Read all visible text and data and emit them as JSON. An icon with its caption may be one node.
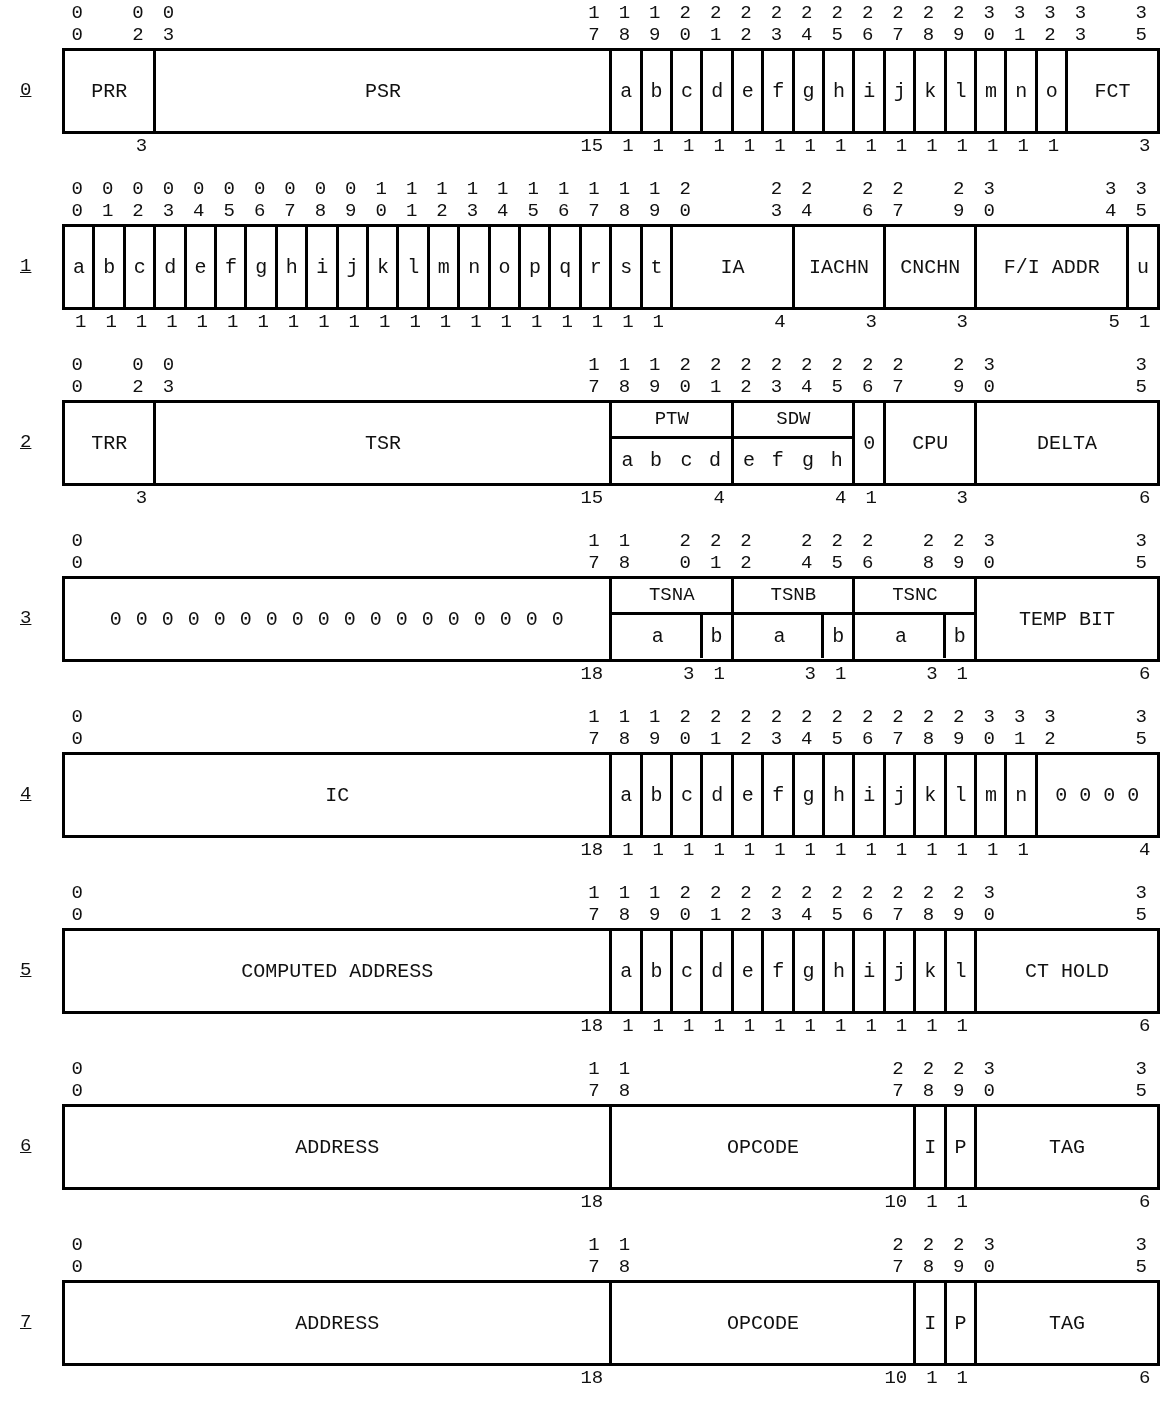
{
  "diagram": {
    "nodes": [
      {
        "text": [
          "PRR"
        ]
      },
      {
        "text": [
          "PSR"
        ]
      },
      {
        "text": [
          "a"
        ]
      },
      {
        "text": [
          "b"
        ]
      },
      {
        "text": [
          "c"
        ]
      },
      {
        "text": [
          "d"
        ]
      },
      {
        "text": [
          "e"
        ]
      },
      {
        "text": [
          "f"
        ]
      },
      {
        "text": [
          "g"
        ]
      },
      {
        "text": [
          "h"
        ]
      },
      {
        "text": [
          "i"
        ]
      },
      {
        "text": [
          "j"
        ]
      },
      {
        "text": [
          "k"
        ]
      },
      {
        "text": [
          "l"
        ]
      },
      {
        "text": [
          "m"
        ]
      },
      {
        "text": [
          "n"
        ]
      },
      {
        "text": [
          "o"
        ]
      },
      {
        "text": [
          "FCT"
        ]
      },
      {
        "text": [
          "a"
        ]
      },
      {
        "text": [
          "b"
        ]
      },
      {
        "text": [
          "c"
        ]
      },
      {
        "text": [
          "d"
        ]
      },
      {
        "text": [
          "e"
        ]
      },
      {
        "text": [
          "f"
        ]
      },
      {
        "text": [
          "g"
        ]
      },
      {
        "text": [
          "h"
        ]
      },
      {
        "text": [
          "i"
        ]
      },
      {
        "text": [
          "j"
        ]
      },
      {
        "text": [
          "k"
        ]
      },
      {
        "text": [
          "l"
        ]
      },
      {
        "text": [
          "m"
        ]
      },
      {
        "text": [
          "n"
        ]
      },
      {
        "text": [
          "o"
        ]
      },
      {
        "text": [
          "p"
        ]
      },
      {
        "text": [
          "q"
        ]
      },
      {
        "text": [
          "r"
        ]
      },
      {
        "text": [
          "s"
        ]
      },
      {
        "text": [
          "t"
        ]
      },
      {
        "text": [
          "IA"
        ]
      },
      {
        "text": [
          "IACHN"
        ]
      },
      {
        "text": [
          "CNCHN"
        ]
      },
      {
        "text": [
          "F/I ADDR"
        ]
      },
      {
        "text": [
          "u"
        ]
      },
      {
        "text": [
          "TRR"
        ]
      },
      {
        "text": [
          "TSR"
        ]
      },
      {
        "text": [
          "PTW"
        ]
      },
      {
        "text": [
          "a"
        ],
        "in": 45
      },
      {
        "text": [
          "b"
        ],
        "in": 45
      },
      {
        "text": [
          "c"
        ],
        "in": 45
      },
      {
        "text": [
          "d"
        ],
        "in": 45
      },
      {
        "text": [
          "SDW"
        ]
      },
      {
        "text": [
          "e"
        ],
        "in": 50
      },
      {
        "text": [
          "f"
        ],
        "in": 50
      },
      {
        "text": [
          "g"
        ],
        "in": 50
      },
      {
        "text": [
          "h"
        ],
        "in": 50
      },
      {
        "text": [
          "0"
        ]
      },
      {
        "text": [
          "CPU"
        ]
      },
      {
        "text": [
          "DELTA"
        ]
      },
      {
        "text": [
          "0 0 0 0 0 0 0 0 0 0 0 0 0 0 0 0 0 0"
        ]
      },
      {
        "text": [
          "TSNA"
        ]
      },
      {
        "text": [
          "a"
        ],
        "in": 59
      },
      {
        "text": [
          "b"
        ],
        "in": 59
      },
      {
        "text": [
          "TSNB"
        ]
      },
      {
        "text": [
          "a"
        ],
        "in": 62
      },
      {
        "text": [
          "b"
        ],
        "in": 62
      },
      {
        "text": [
          "TSNC"
        ]
      },
      {
        "text": [
          "a"
        ],
        "in": 65
      },
      {
        "text": [
          "b"
        ],
        "in": 65
      },
      {
        "text": [
          "TEMP BIT"
        ]
      },
      {
        "text": [
          "IC"
        ]
      },
      {
        "text": [
          "a"
        ]
      },
      {
        "text": [
          "b"
        ]
      },
      {
        "text": [
          "c"
        ]
      },
      {
        "text": [
          "d"
        ]
      },
      {
        "text": [
          "e"
        ]
      },
      {
        "text": [
          "f"
        ]
      },
      {
        "text": [
          "g"
        ]
      },
      {
        "text": [
          "h"
        ]
      },
      {
        "text": [
          "i"
        ]
      },
      {
        "text": [
          "j"
        ]
      },
      {
        "text": [
          "k"
        ]
      },
      {
        "text": [
          "l"
        ]
      },
      {
        "text": [
          "m"
        ]
      },
      {
        "text": [
          "n"
        ]
      },
      {
        "text": [
          "0 0 0 0"
        ]
      },
      {
        "text": [
          "COMPUTED ADDRESS"
        ]
      },
      {
        "text": [
          "a"
        ]
      },
      {
        "text": [
          "b"
        ]
      },
      {
        "text": [
          "c"
        ]
      },
      {
        "text": [
          "d"
        ]
      },
      {
        "text": [
          "e"
        ]
      },
      {
        "text": [
          "f"
        ]
      },
      {
        "text": [
          "g"
        ]
      },
      {
        "text": [
          "h"
        ]
      },
      {
        "text": [
          "i"
        ]
      },
      {
        "text": [
          "j"
        ]
      },
      {
        "text": [
          "k"
        ]
      },
      {
        "text": [
          "l"
        ]
      },
      {
        "text": [
          "CT HOLD"
        ]
      },
      {
        "text": [
          "ADDRESS"
        ]
      },
      {
        "text": [
          "OPCODE"
        ]
      },
      {
        "text": [
          "I"
        ]
      },
      {
        "text": [
          "P"
        ]
      },
      {
        "text": [
          "TAG"
        ]
      },
      {
        "text": [
          "ADDRESS"
        ]
      },
      {
        "text": [
          "OPCODE"
        ]
      },
      {
        "text": [
          "I"
        ]
      },
      {
        "text": [
          "P"
        ]
      },
      {
        "text": [
          "TAG"
        ]
      }
    ],
    "labels": [
      "00",
      "02",
      "03",
      "17",
      "18",
      "19",
      "20",
      "21",
      "22",
      "23",
      "24",
      "25",
      "26",
      "27",
      "28",
      "29",
      "30",
      "31",
      "32",
      "33",
      "35",
      "0",
      "3",
      "15",
      "1",
      "1",
      "1",
      "1",
      "1",
      "1",
      "1",
      "1",
      "1",
      "1",
      "1",
      "1",
      "1",
      "1",
      "1",
      "3",
      "00",
      "01",
      "02",
      "03",
      "04",
      "05",
      "06",
      "07",
      "08",
      "09",
      "10",
      "11",
      "12",
      "13",
      "14",
      "15",
      "16",
      "17",
      "18",
      "19",
      "20",
      "23",
      "24",
      "26",
      "27",
      "29",
      "30",
      "34",
      "35",
      "1",
      "1",
      "1",
      "1",
      "1",
      "1",
      "1",
      "1",
      "1",
      "1",
      "1",
      "1",
      "1",
      "1",
      "1",
      "1",
      "1",
      "1",
      "1",
      "1",
      "1",
      "4",
      "3",
      "3",
      "5",
      "1",
      "00",
      "02",
      "03",
      "17",
      "18",
      "19",
      "20",
      "21",
      "22",
      "23",
      "24",
      "25",
      "26",
      "27",
      "29",
      "30",
      "35",
      "2",
      "3",
      "15",
      "4",
      "4",
      "1",
      "3",
      "6",
      "00",
      "17",
      "18",
      "20",
      "21",
      "22",
      "24",
      "25",
      "26",
      "28",
      "29",
      "30",
      "35",
      "3",
      "18",
      "3",
      "1",
      "3",
      "1",
      "3",
      "1",
      "6",
      "00",
      "17",
      "18",
      "19",
      "20",
      "21",
      "22",
      "23",
      "24",
      "25",
      "26",
      "27",
      "28",
      "29",
      "30",
      "31",
      "32",
      "35",
      "4",
      "18",
      "1",
      "1",
      "1",
      "1",
      "1",
      "1",
      "1",
      "1",
      "1",
      "1",
      "1",
      "1",
      "1",
      "1",
      "4",
      "00",
      "17",
      "18",
      "19",
      "20",
      "21",
      "22",
      "23",
      "24",
      "25",
      "26",
      "27",
      "28",
      "29",
      "30",
      "35",
      "5",
      "18",
      "1",
      "1",
      "1",
      "1",
      "1",
      "1",
      "1",
      "1",
      "1",
      "1",
      "1",
      "1",
      "6",
      "00",
      "17",
      "18",
      "27",
      "28",
      "29",
      "30",
      "35",
      "6",
      "18",
      "10",
      "1",
      "1",
      "6",
      "00",
      "17",
      "18",
      "27",
      "28",
      "29",
      "30",
      "35",
      "7",
      "18",
      "10",
      "1",
      "1",
      "6"
    ]
  }
}
